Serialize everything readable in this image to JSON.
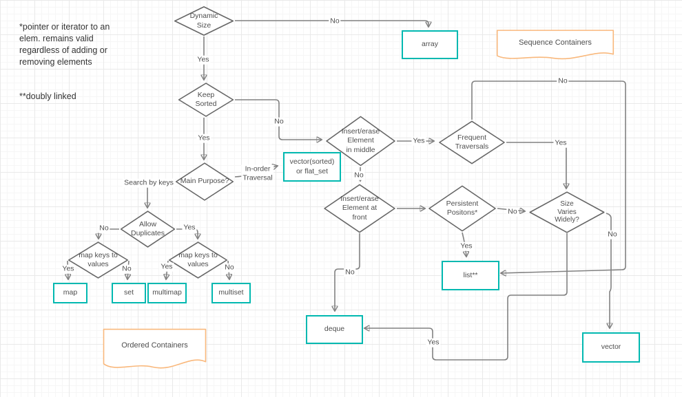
{
  "annotation": {
    "text1": "*pointer or iterator to an\nelem. remains valid\nregardless of adding or\nremoving elements",
    "text2": "**doubly linked"
  },
  "nodes": {
    "dynamic_size": {
      "label": "Dynamic\nSize"
    },
    "keep_sorted": {
      "label": "Keep\nSorted"
    },
    "main_purpose": {
      "label": "Main Purpose?"
    },
    "allow_duplicates": {
      "label": "Allow\nDuplicates"
    },
    "map_keys_left": {
      "label": "map keys to\nvalues"
    },
    "map_keys_right": {
      "label": "map keys to\nvalues"
    },
    "insert_middle": {
      "label": "Insert/erase\nElement\nin middle"
    },
    "insert_front": {
      "label": "Insert/erase\nElement at\nfront"
    },
    "frequent_traversals": {
      "label": "Frequent\nTraversals"
    },
    "persistent_positions": {
      "label": "Persistent\nPositons*"
    },
    "size_varies": {
      "label": "Size\nVaries\nWidely?"
    },
    "array": {
      "label": "array"
    },
    "vector_sorted": {
      "label": "vector(sorted)\nor flat_set"
    },
    "list": {
      "label": "list**"
    },
    "map": {
      "label": "map"
    },
    "set": {
      "label": "set"
    },
    "multimap": {
      "label": "multimap"
    },
    "multiset": {
      "label": "multiset"
    },
    "deque": {
      "label": "deque"
    },
    "vector": {
      "label": "vector"
    },
    "sequence_containers": {
      "label": "Sequence Containers"
    },
    "ordered_containers": {
      "label": "Ordered Containers"
    }
  },
  "edge_labels": {
    "dynamic_no": "No",
    "dynamic_yes": "Yes",
    "keep_no": "No",
    "keep_yes": "Yes",
    "main_inorder": "In-order\nTraversal",
    "main_search": "Search by keys",
    "middle_yes": "Yes",
    "middle_no": "No",
    "frequent_no": "No",
    "frequent_yes": "Yes",
    "front_no": "No",
    "persistent_yes": "Yes",
    "persistent_no": "No",
    "size_no": "No",
    "size_yes": "Yes",
    "allow_no": "No",
    "allow_yes": "Yes",
    "mapkeys_left_yes": "Yes",
    "mapkeys_left_no": "No",
    "mapkeys_right_yes": "Yes",
    "mapkeys_right_no": "No"
  },
  "colors": {
    "container_border": "#00b8b0",
    "flag_border": "#f9b87c",
    "connector": "#808080"
  }
}
